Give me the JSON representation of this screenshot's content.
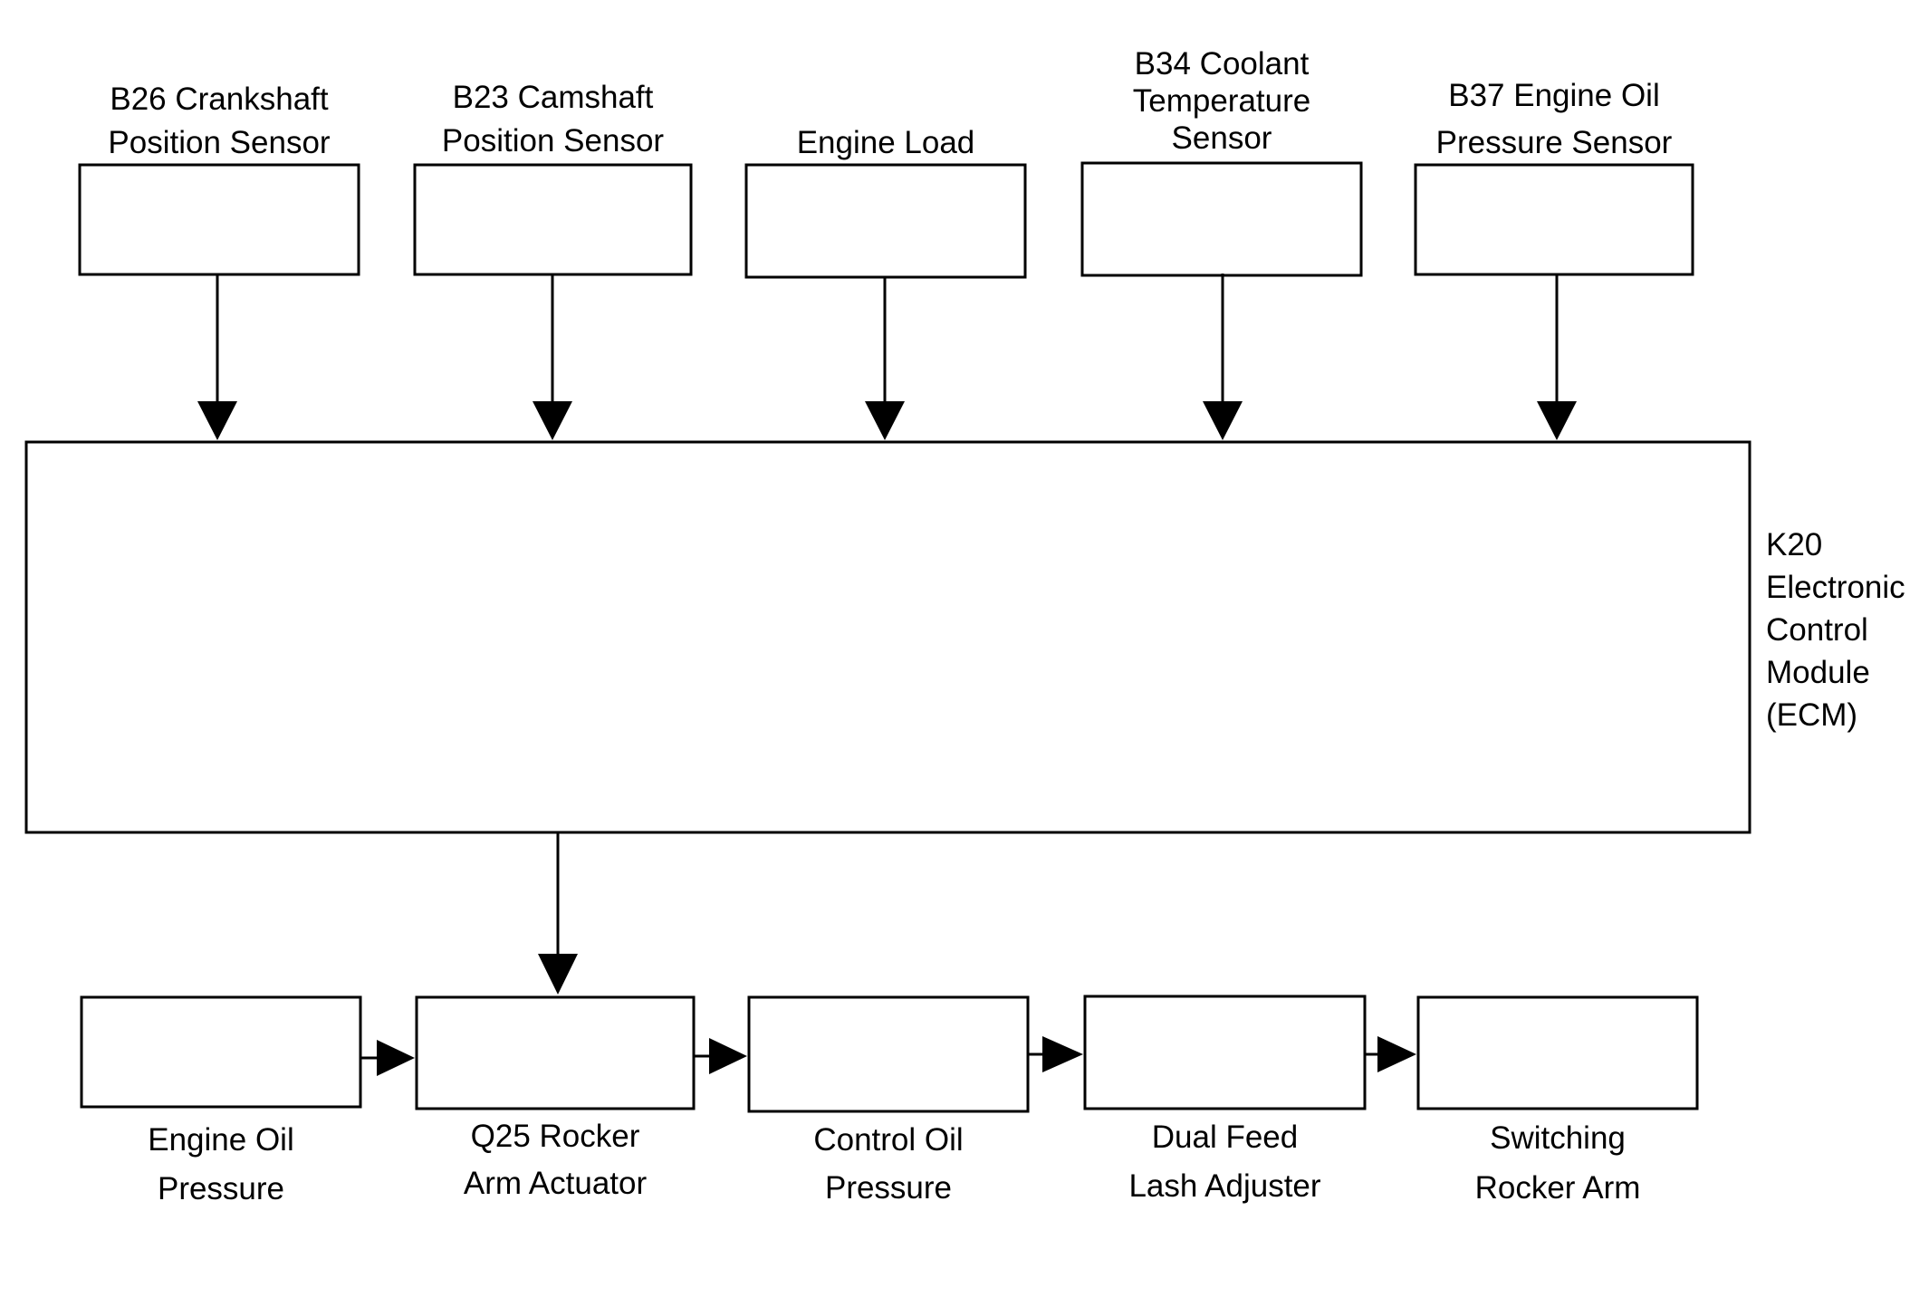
{
  "diagram": {
    "inputs": [
      {
        "id": "b26",
        "lines": [
          "B26 Crankshaft",
          "Position Sensor"
        ]
      },
      {
        "id": "b23",
        "lines": [
          "B23 Camshaft",
          "Position Sensor"
        ]
      },
      {
        "id": "load",
        "lines": [
          "Engine Load"
        ]
      },
      {
        "id": "b34",
        "lines": [
          "B34 Coolant",
          "Temperature",
          "Sensor"
        ]
      },
      {
        "id": "b37",
        "lines": [
          "B37 Engine Oil",
          "Pressure Sensor"
        ]
      }
    ],
    "ecm": {
      "lines": [
        "K20",
        "Electronic",
        "Control",
        "Module",
        "(ECM)"
      ]
    },
    "outputs": [
      {
        "id": "oil",
        "lines": [
          "Engine Oil",
          "Pressure"
        ]
      },
      {
        "id": "q25",
        "lines": [
          "Q25 Rocker",
          "Arm Actuator"
        ]
      },
      {
        "id": "ctrl",
        "lines": [
          "Control Oil",
          "Pressure"
        ]
      },
      {
        "id": "lash",
        "lines": [
          "Dual Feed",
          "Lash Adjuster"
        ]
      },
      {
        "id": "arm",
        "lines": [
          "Switching",
          "Rocker Arm"
        ]
      }
    ]
  },
  "colors": {
    "stroke": "#000000",
    "background": "#ffffff"
  }
}
